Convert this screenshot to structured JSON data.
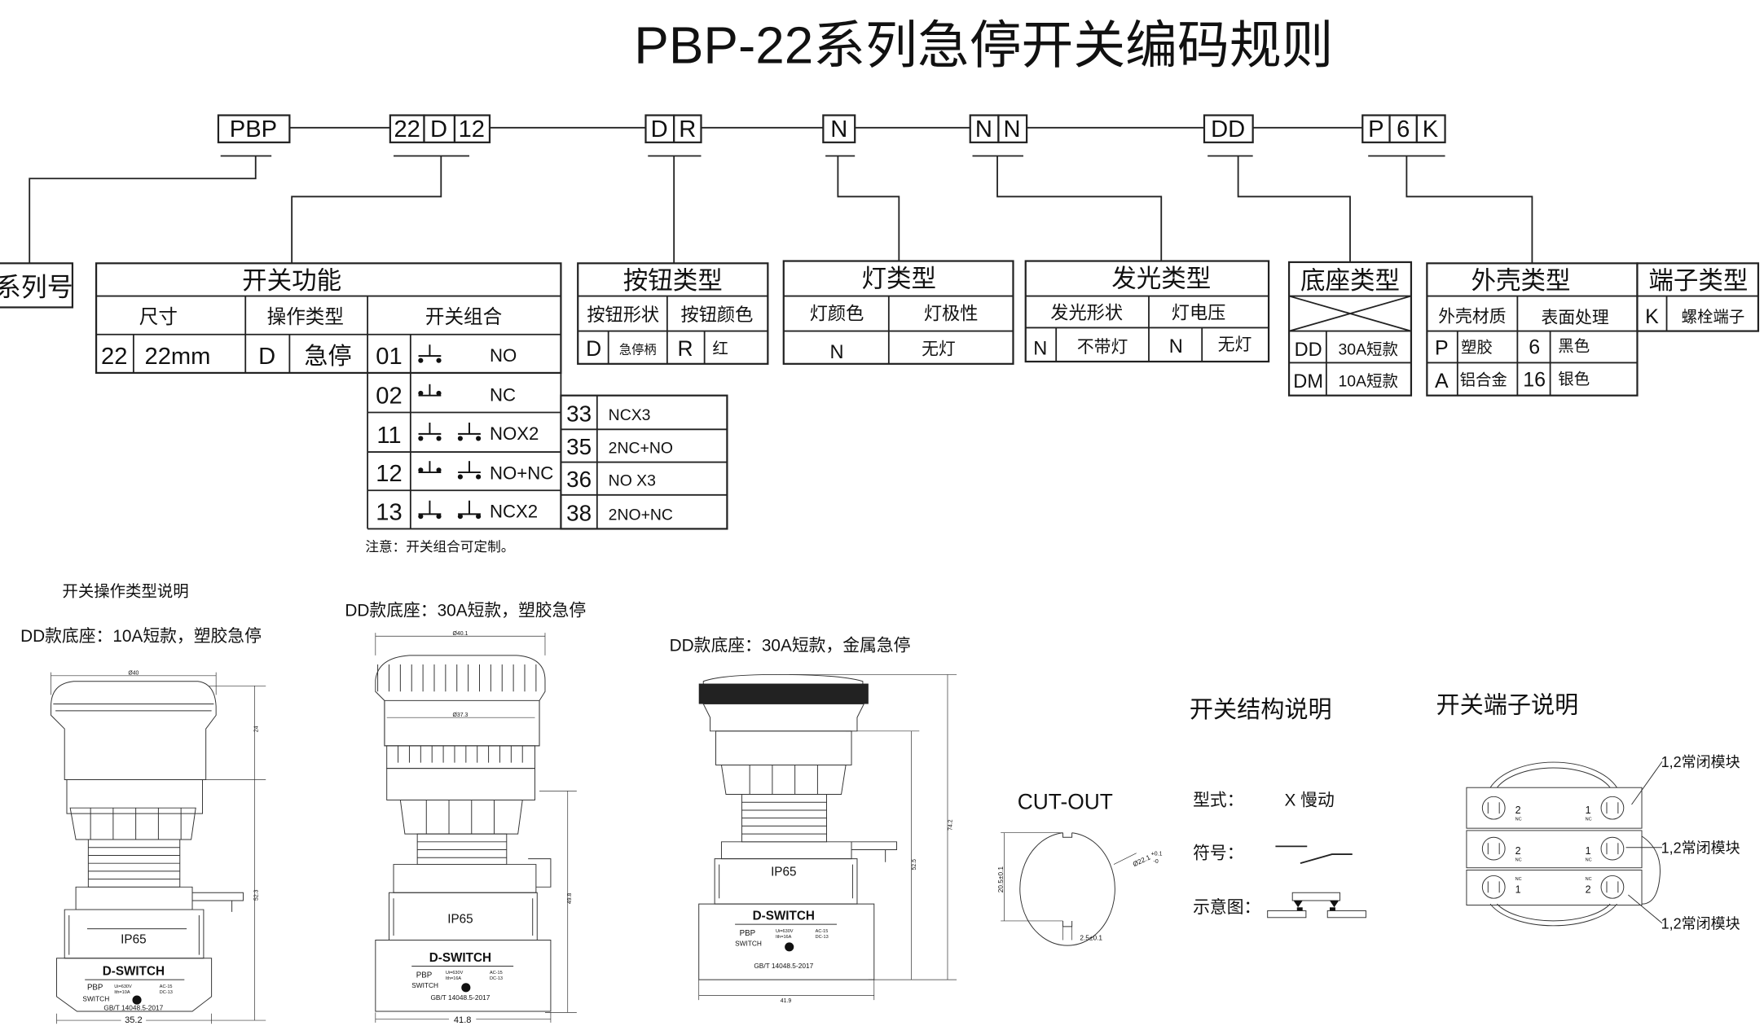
{
  "title": "PBP-22系列急停开关编码规则",
  "codes": {
    "series": "PBP",
    "size": "22",
    "op": "D",
    "combo": "12",
    "btn_shape": "D",
    "btn_color": "R",
    "lamp": "N",
    "glow_shape": "N",
    "glow_voltage": "N",
    "base": "DD",
    "shell": "P",
    "surface": "6",
    "terminal": "K"
  },
  "series_label": "系列号",
  "function_table": {
    "title": "开关功能",
    "headers": [
      "尺寸",
      "操作类型",
      "开关组合"
    ],
    "size_code": "22",
    "size_value": "22mm",
    "op_code": "D",
    "op_value": "急停",
    "combos": [
      {
        "code": "01",
        "label": "NO"
      },
      {
        "code": "02",
        "label": "NC"
      },
      {
        "code": "11",
        "label": "NOX2"
      },
      {
        "code": "12",
        "label": "NO+NC"
      },
      {
        "code": "13",
        "label": "NCX2"
      }
    ],
    "combos_extra": [
      {
        "code": "33",
        "label": "NCX3"
      },
      {
        "code": "35",
        "label": "2NC+NO"
      },
      {
        "code": "36",
        "label": "NO X3"
      },
      {
        "code": "38",
        "label": "2NO+NC"
      }
    ],
    "note": "注意：开关组合可定制。"
  },
  "button_table": {
    "title": "按钮类型",
    "headers": [
      "按钮形状",
      "按钮颜色"
    ],
    "row": [
      "D",
      "急停柄",
      "R",
      "红"
    ]
  },
  "lamp_table": {
    "title": "灯类型",
    "headers": [
      "灯颜色",
      "灯极性"
    ],
    "row": [
      "N",
      "无灯"
    ]
  },
  "glow_table": {
    "title": "发光类型",
    "headers": [
      "发光形状",
      "灯电压"
    ],
    "row": [
      "N",
      "不带灯",
      "N",
      "无灯"
    ]
  },
  "base_table": {
    "title": "底座类型",
    "rows": [
      [
        "DD",
        "30A短款"
      ],
      [
        "DM",
        "10A短款"
      ]
    ]
  },
  "shell_table": {
    "title": "外壳类型",
    "headers": [
      "外壳材质",
      "表面处理"
    ],
    "rows": [
      [
        "P",
        "塑胶",
        "6",
        "黑色"
      ],
      [
        "A",
        "铝合金",
        "16",
        "银色"
      ]
    ]
  },
  "terminal_table": {
    "title": "端子类型",
    "row": [
      "K",
      "螺栓端子"
    ]
  },
  "bottom": {
    "op_title": "开关操作类型说明",
    "switches": [
      {
        "caption": "DD款底座：10A短款，塑胶急停",
        "dia": "Ø40",
        "h1": "24",
        "h2": "52.3",
        "w": "35.2",
        "ith": "Ith=10A"
      },
      {
        "caption": "DD款底座：30A短款，塑胶急停",
        "dia": "Ø40.1",
        "dia2": "Ø37.3",
        "h2": "49.8",
        "w": "41.8",
        "ith": "Ith=16A"
      },
      {
        "caption": "DD款底座：30A短款，金属急停",
        "h1": "74.2",
        "h2": "52.5",
        "w": "41.9",
        "ith": "Ith=16A"
      }
    ],
    "label_common": {
      "ip": "IP65",
      "brand": "D-SWITCH",
      "model": "PBP",
      "model2": "SWITCH",
      "ui": "Ui=630V",
      "ac": "AC-15",
      "dc": "DC-13",
      "std": "GB/T 14048.5-2017"
    },
    "cutout": {
      "title": "CUT-OUT",
      "height": "20.5±0.1",
      "dia": "Ø22.1",
      "tol_plus": "+0.1",
      "tol_minus": "-0",
      "slot": "2.5±0.1"
    },
    "structure": {
      "title": "开关结构说明",
      "type_label": "型式：",
      "type_value": "X  慢动",
      "symbol_label": "符号：",
      "diagram_label": "示意图："
    },
    "terminal": {
      "title": "开关端子说明",
      "module_label": "1,2常闭模块",
      "t1": "1",
      "t2": "2",
      "nc": "NC"
    }
  }
}
